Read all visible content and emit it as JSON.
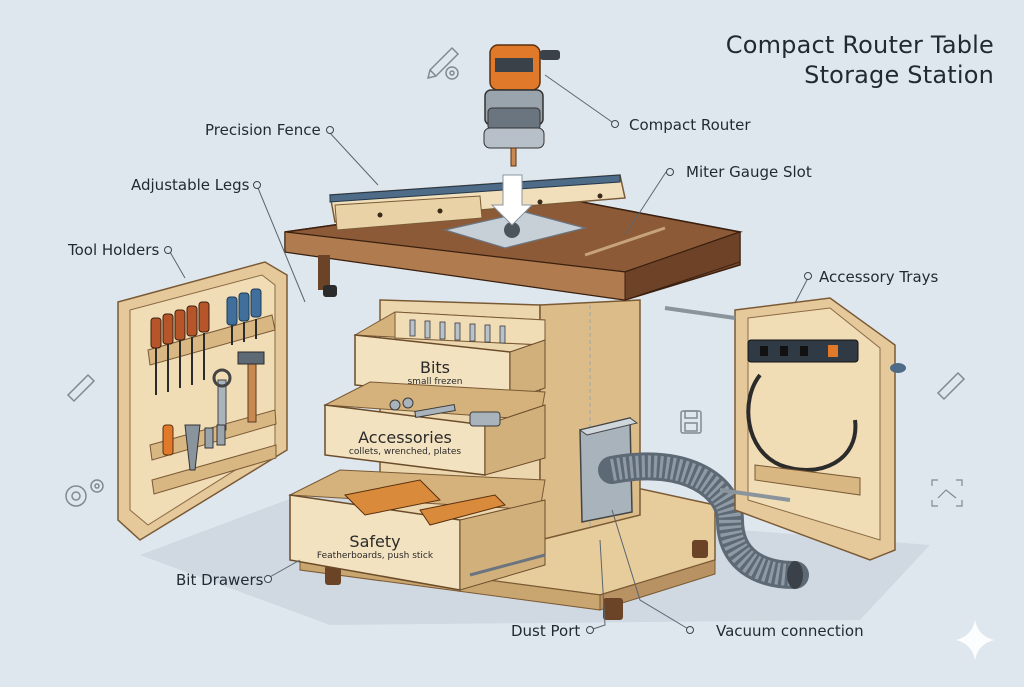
{
  "title": {
    "line1": "Compact Router Table",
    "line2": "Storage Station"
  },
  "labels": {
    "precision_fence": "Precision Fence",
    "compact_router": "Compact Router",
    "adjustable_legs": "Adjustable Legs",
    "miter_gauge_slot": "Miter Gauge Slot",
    "tool_holders": "Tool Holders",
    "accessory_trays": "Accessory Trays",
    "bit_drawers": "Bit Drawers",
    "dust_port": "Dust Port",
    "vacuum_connection": "Vacuum connection"
  },
  "drawers": {
    "bits": {
      "name": "Bits",
      "sub": "small frezen"
    },
    "accessories": {
      "name": "Accessories",
      "sub": "collets, wrenched, plates"
    },
    "safety": {
      "name": "Safety",
      "sub": "Featherboards, push stick"
    }
  },
  "colors": {
    "background": "#dfe7ee",
    "plywood": "#ecd6ad",
    "plywood_edge": "#cfae7b",
    "table_top": "#7a4a2c",
    "router_orange": "#e07a2a",
    "hose": "#7f8a94",
    "ink": "#1f2a33"
  }
}
